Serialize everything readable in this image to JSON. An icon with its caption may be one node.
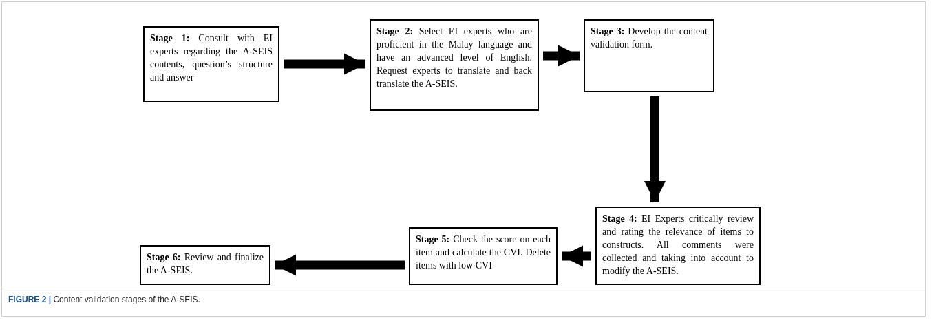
{
  "diagram": {
    "caption": "**FIGURE 2 |** Content validation stages of the A-SEIS.",
    "nodes": [
      {
        "text": [
          "**Stage 1:** Consult with EI experts regarding the A-SEIS contents, question’s structure and answer"
        ]
      },
      {
        "text": [
          "**Stage 2:** Select EI experts who are proficient in the Malay language and have an advanced level of English. Request experts to translate and back translate the A-SEIS."
        ]
      },
      {
        "text": [
          "**Stage 3:** Develop the content validation form."
        ]
      },
      {
        "text": [
          "**Stage 4:** EI Experts critically review and rating the relevance of items to constructs. All comments were collected and taking into account to modify the A-SEIS."
        ]
      },
      {
        "text": [
          "**Stage 5:** Check the score on each item and calculate the CVI. Delete items with low CVI"
        ]
      },
      {
        "text": [
          "**Stage 6:** Review and finalize the A-SEIS."
        ]
      }
    ],
    "edges": [
      {
        "from": 0,
        "to": 1,
        "arrow": "to"
      },
      {
        "from": 1,
        "to": 2,
        "arrow": "to"
      },
      {
        "from": 2,
        "to": 3,
        "arrow": "to"
      },
      {
        "from": 3,
        "to": 4,
        "arrow": "to"
      },
      {
        "from": 4,
        "to": 5,
        "arrow": "to"
      }
    ]
  }
}
